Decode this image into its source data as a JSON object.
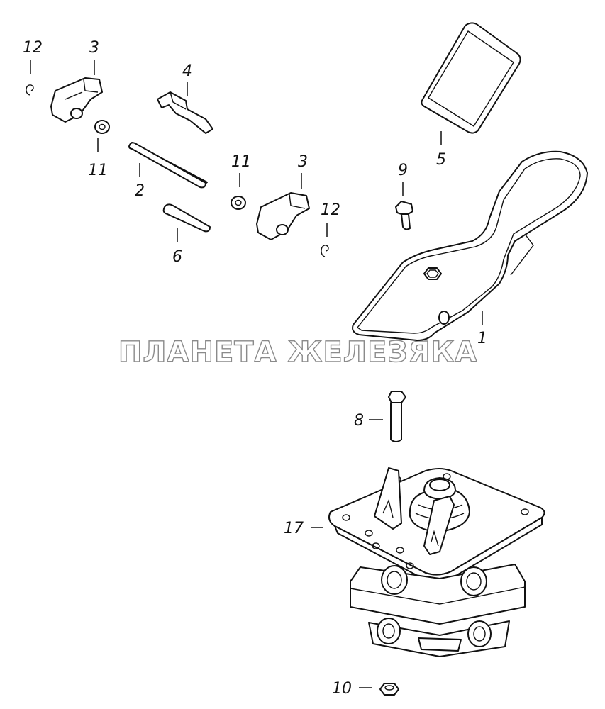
{
  "watermark": "ПЛАНЕТА ЖЕЛЕЗЯКА",
  "labels": {
    "l12a": "12",
    "l3a": "3",
    "l4": "4",
    "l11a": "11",
    "l2": "2",
    "l6": "6",
    "l11b": "11",
    "l3b": "3",
    "l12b": "12",
    "l9": "9",
    "l5": "5",
    "l1": "1",
    "l8": "8",
    "l17": "17",
    "l10": "10"
  }
}
